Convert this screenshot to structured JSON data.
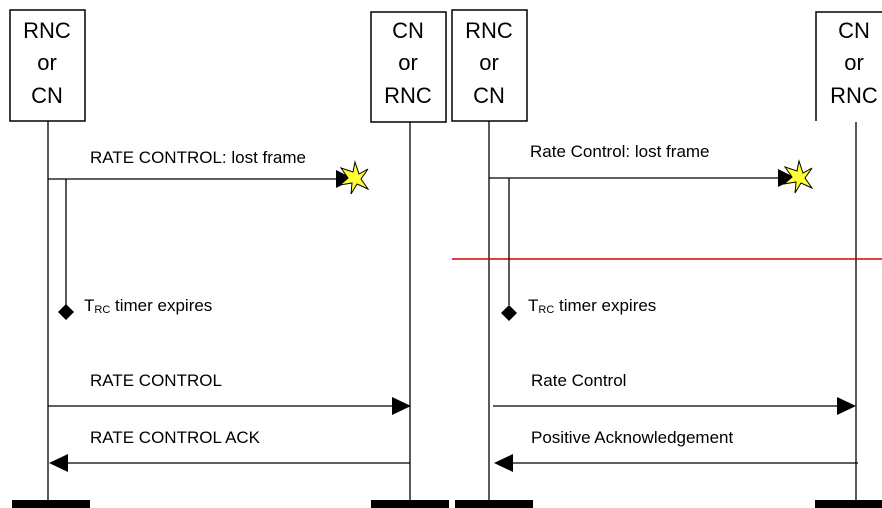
{
  "left_diagram": {
    "entity_a": {
      "lines": [
        "RNC",
        "or",
        "CN"
      ]
    },
    "entity_b": {
      "lines": [
        "CN",
        "or",
        "RNC"
      ]
    },
    "msg_lost": "RATE CONTROL: lost frame",
    "timer": {
      "symbol": "T",
      "subscript": "RC",
      "text": " timer expires"
    },
    "msg_rate_control": "RATE CONTROL",
    "msg_ack": "RATE CONTROL ACK"
  },
  "right_diagram": {
    "entity_a": {
      "lines": [
        "RNC",
        "or",
        "CN"
      ]
    },
    "entity_b": {
      "lines": [
        "CN",
        "or",
        "RNC"
      ]
    },
    "msg_lost": "Rate Control: lost frame",
    "timer": {
      "symbol": "T",
      "subscript": "RC",
      "text": " timer expires"
    },
    "msg_rate_control": "Rate Control",
    "msg_ack": "Positive Acknowledgement"
  },
  "colors": {
    "line": "#000000",
    "separator": "#d40000",
    "lost_star_fill": "#ffff33",
    "background": "#ffffff"
  }
}
